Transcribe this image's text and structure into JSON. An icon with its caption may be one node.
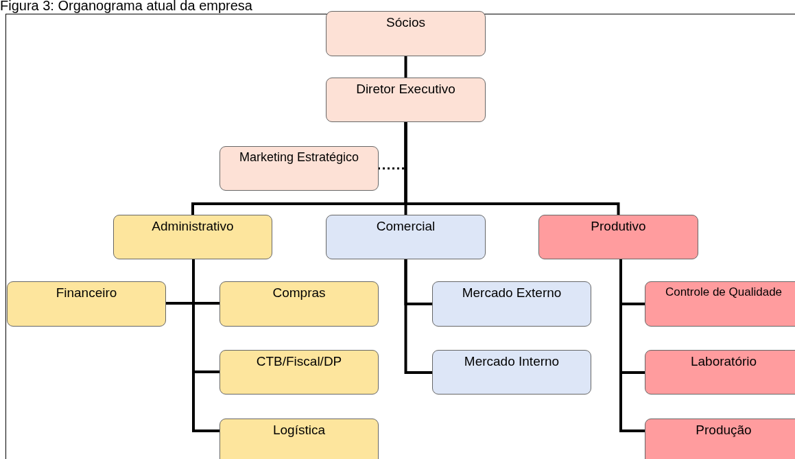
{
  "diagram": {
    "title": "Figura 3: Organograma atual da empresa",
    "nodes": [
      {
        "text": [
          "Sócios"
        ]
      },
      {
        "text": [
          "Diretor Executivo"
        ]
      },
      {
        "text": [
          "Marketing Estratégico"
        ]
      },
      {
        "text": [
          "Administrativo"
        ]
      },
      {
        "text": [
          "Comercial"
        ]
      },
      {
        "text": [
          "Produtivo"
        ]
      },
      {
        "text": [
          "Financeiro"
        ]
      },
      {
        "text": [
          "Compras"
        ]
      },
      {
        "text": [
          "CTB/Fiscal/DP"
        ]
      },
      {
        "text": [
          "Logística"
        ]
      },
      {
        "text": [
          "Mercado Externo"
        ]
      },
      {
        "text": [
          "Mercado Interno"
        ]
      },
      {
        "text": [
          "Controle de Qualidade"
        ]
      },
      {
        "text": [
          "Laboratório"
        ]
      },
      {
        "text": [
          "Produção"
        ]
      }
    ],
    "edges": [
      {
        "from": 0,
        "to": 1,
        "arrow": "none"
      },
      {
        "from": 1,
        "to": 2,
        "arrow": "none",
        "style": "dashed"
      },
      {
        "from": 1,
        "to": 3,
        "arrow": "none"
      },
      {
        "from": 1,
        "to": 4,
        "arrow": "none"
      },
      {
        "from": 1,
        "to": 5,
        "arrow": "none"
      },
      {
        "from": 3,
        "to": 6,
        "arrow": "none"
      },
      {
        "from": 3,
        "to": 7,
        "arrow": "none"
      },
      {
        "from": 3,
        "to": 8,
        "arrow": "none"
      },
      {
        "from": 3,
        "to": 9,
        "arrow": "none"
      },
      {
        "from": 4,
        "to": 10,
        "arrow": "none"
      },
      {
        "from": 4,
        "to": 11,
        "arrow": "none"
      },
      {
        "from": 5,
        "to": 12,
        "arrow": "none"
      },
      {
        "from": 5,
        "to": 13,
        "arrow": "none"
      },
      {
        "from": 5,
        "to": 14,
        "arrow": "none"
      }
    ]
  }
}
